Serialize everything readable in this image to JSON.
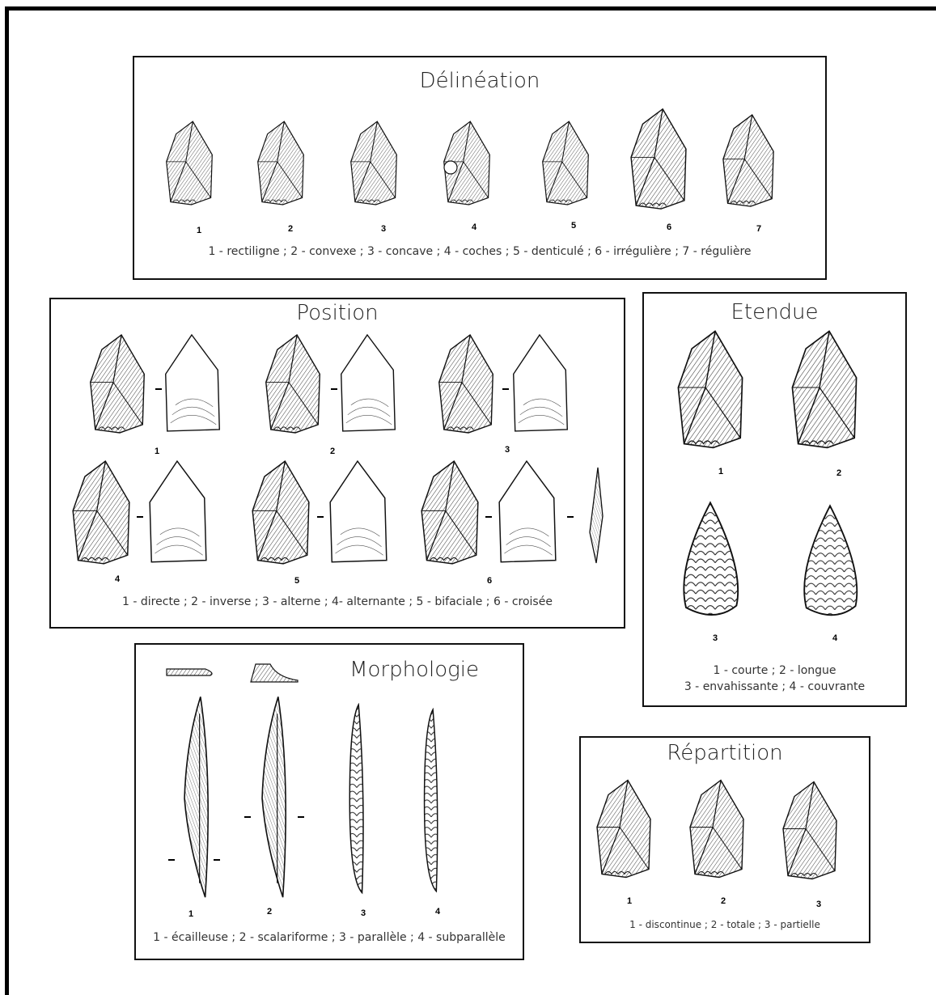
{
  "delineation": {
    "title": "Délinéation",
    "numbers": [
      "1",
      "2",
      "3",
      "4",
      "5",
      "6",
      "7"
    ],
    "caption": "1 - rectiligne ; 2 - convexe ; 3 - concave ; 4 - coches ; 5 - denticulé  ; 6 - irrégulière ; 7 - régulière"
  },
  "position": {
    "title": "Position",
    "numbers": [
      "1",
      "2",
      "3",
      "4",
      "5",
      "6"
    ],
    "caption": "1 - directe ; 2 - inverse ; 3 - alterne ; 4- alternante ; 5 - bifaciale ; 6 - croisée"
  },
  "etendue": {
    "title": "Etendue",
    "numbers": [
      "1",
      "2",
      "3",
      "4"
    ],
    "caption_line1": "1 - courte ; 2 - longue",
    "caption_line2": "3 - envahissante ; 4 - couvrante"
  },
  "morphologie": {
    "title": "Morphologie",
    "numbers": [
      "1",
      "2",
      "3",
      "4"
    ],
    "caption": "1 - écailleuse ; 2 - scalariforme ; 3 - parallèle ; 4 - subparallèle"
  },
  "repartition": {
    "title": "Répartition",
    "numbers": [
      "1",
      "2",
      "3"
    ],
    "caption": "1 - discontinue ; 2 - totale ; 3 - partielle"
  }
}
